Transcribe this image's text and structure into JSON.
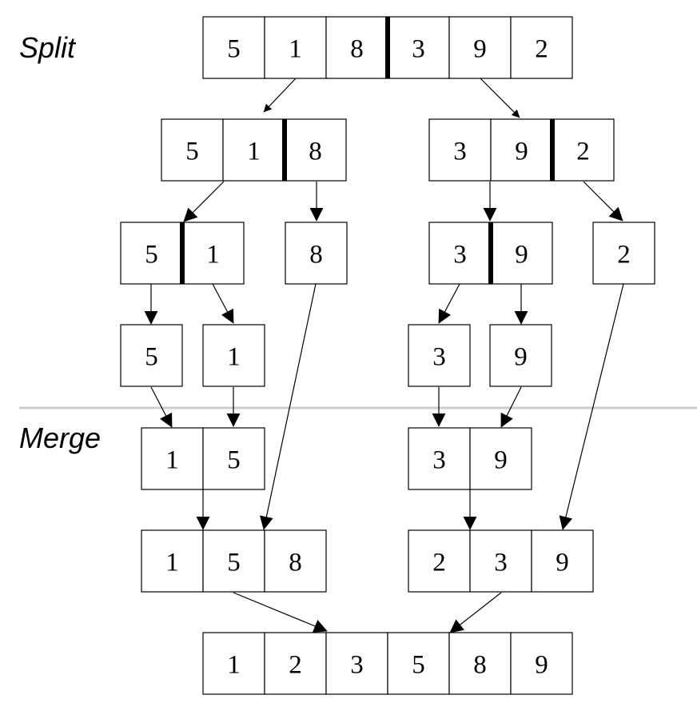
{
  "labels": {
    "split": "Split",
    "merge": "Merge"
  },
  "arrays": [
    {
      "id": "a0",
      "values": [
        "5",
        "1",
        "8",
        "3",
        "9",
        "2"
      ],
      "split_after": 2
    },
    {
      "id": "a1",
      "values": [
        "5",
        "1",
        "8"
      ],
      "split_after": 1
    },
    {
      "id": "a2",
      "values": [
        "3",
        "9",
        "2"
      ],
      "split_after": 1
    },
    {
      "id": "a3",
      "values": [
        "5",
        "1"
      ],
      "split_after": 0
    },
    {
      "id": "a4",
      "values": [
        "8"
      ],
      "split_after": null
    },
    {
      "id": "a5",
      "values": [
        "3",
        "9"
      ],
      "split_after": 0
    },
    {
      "id": "a6",
      "values": [
        "2"
      ],
      "split_after": null
    },
    {
      "id": "a7",
      "values": [
        "5"
      ],
      "split_after": null
    },
    {
      "id": "a8",
      "values": [
        "1"
      ],
      "split_after": null
    },
    {
      "id": "a9",
      "values": [
        "3"
      ],
      "split_after": null
    },
    {
      "id": "a10",
      "values": [
        "9"
      ],
      "split_after": null
    },
    {
      "id": "a11",
      "values": [
        "1",
        "5"
      ],
      "split_after": null
    },
    {
      "id": "a12",
      "values": [
        "3",
        "9"
      ],
      "split_after": null
    },
    {
      "id": "a13",
      "values": [
        "1",
        "5",
        "8"
      ],
      "split_after": null
    },
    {
      "id": "a14",
      "values": [
        "2",
        "3",
        "9"
      ],
      "split_after": null
    },
    {
      "id": "a15",
      "values": [
        "1",
        "2",
        "3",
        "5",
        "8",
        "9"
      ],
      "split_after": null
    }
  ]
}
